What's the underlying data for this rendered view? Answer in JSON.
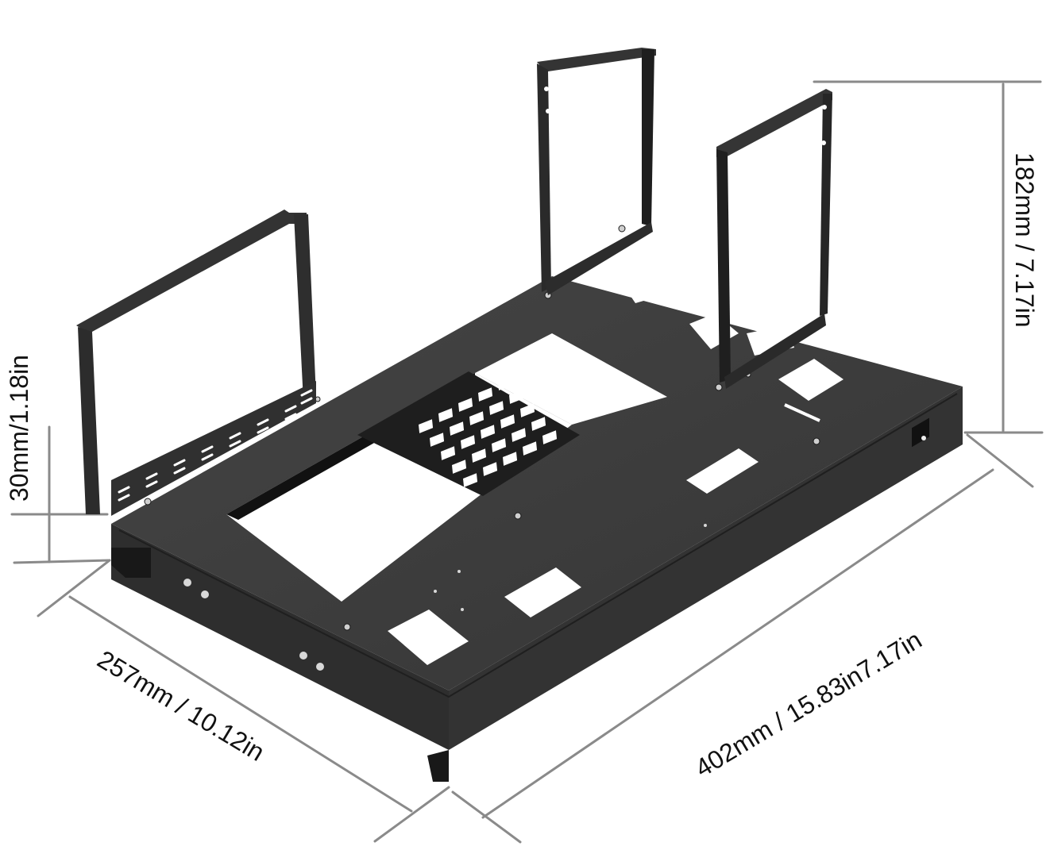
{
  "image": {
    "subject": "open-air PC test bench chassis frame, isometric product view with dimensions",
    "colors": {
      "background": "#ffffff",
      "metal_top": "#3a3a3a",
      "metal_side": "#2c2c2c",
      "metal_dark": "#1a1a1a",
      "dimension_line": "#808080",
      "label_text": "#111111"
    }
  },
  "dimensions": {
    "height": {
      "label": "182mm / 7.17in",
      "value_mm": 182,
      "value_in": 7.17
    },
    "foot_height": {
      "label": "30mm/1.18in",
      "value_mm": 30,
      "value_in": 1.18
    },
    "depth": {
      "label": "257mm / 10.12in",
      "value_mm": 257,
      "value_in": 10.12
    },
    "width": {
      "label": "402mm / 15.83in7.17in",
      "value_mm": 402,
      "value_in": 15.83
    }
  },
  "components": {
    "motherboard_tray": {
      "grid_holes": 25
    },
    "gpu_bracket": {
      "vent_slot_pairs": 8
    },
    "psu_brackets": 2,
    "power_switch": true
  }
}
